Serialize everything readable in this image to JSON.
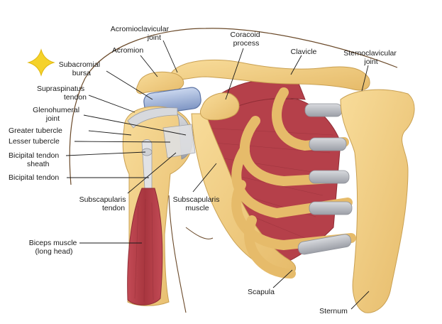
{
  "labels": {
    "acromioclavicular_joint": [
      "Acromioclavicular",
      "joint"
    ],
    "coracoid_process": [
      "Coracoid",
      "process"
    ],
    "acromion": [
      "Acromion"
    ],
    "clavicle": [
      "Clavicle"
    ],
    "sternoclavicular_joint": [
      "Sternoclavicular",
      "joint"
    ],
    "subacromial_bursa": [
      "Subacromial",
      "bursa"
    ],
    "supraspinatus_tendon": [
      "Supraspinatus",
      "tendon"
    ],
    "glenohumeral_joint": [
      "Glenohumeral",
      "joint"
    ],
    "greater_tubercle": [
      "Greater tubercle"
    ],
    "lesser_tubercle": [
      "Lesser tubercle"
    ],
    "bicipital_tendon_sheath": [
      "Bicipital tendon",
      "sheath"
    ],
    "bicipital_tendon": [
      "Bicipital tendon"
    ],
    "subscapularis_tendon": [
      "Subscapularis",
      "tendon"
    ],
    "subscapularis_muscle": [
      "Subscapularis",
      "muscle"
    ],
    "biceps_muscle": [
      "Biceps muscle",
      "(long head)"
    ],
    "scapula": [
      "Scapula"
    ],
    "sternum": [
      "Sternum"
    ]
  },
  "colors": {
    "bone": "#f2cf86",
    "bone_edge": "#c9a052",
    "muscle": "#b8414b",
    "muscle_dark": "#8f2d36",
    "cartilage": "#b9bcc4",
    "bursa": "#9fb4d8",
    "skin_line": "#6b4a2a",
    "star": "#f5d22a"
  }
}
